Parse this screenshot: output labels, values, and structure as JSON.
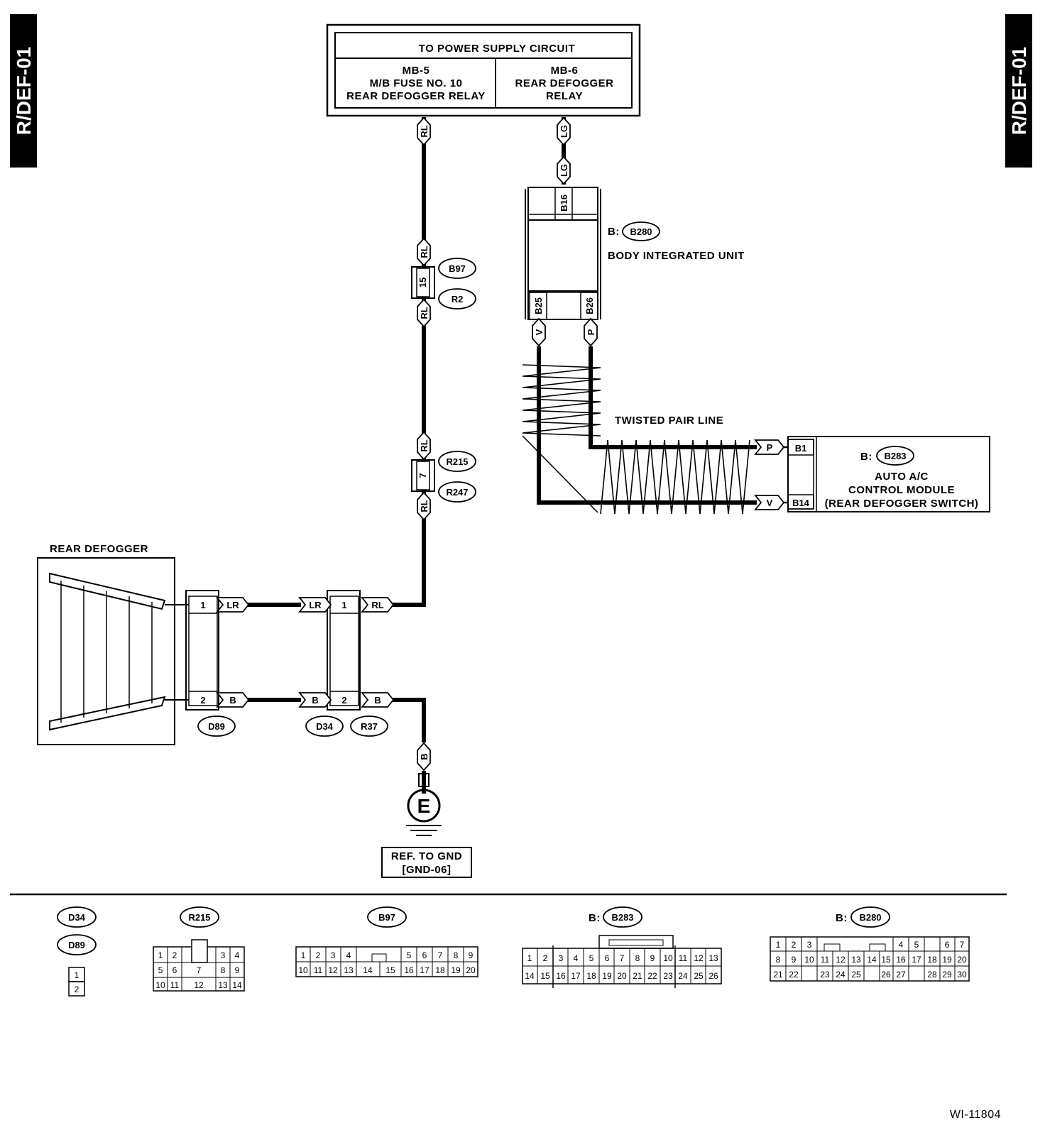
{
  "side_tags": {
    "left": "R/DEF-01",
    "right": "R/DEF-01"
  },
  "power_box": {
    "title": "TO POWER SUPPLY CIRCUIT",
    "left": [
      "MB-5",
      "M/B FUSE NO. 10",
      "REAR DEFOGGER RELAY"
    ],
    "right": [
      "MB-6",
      "REAR DEFOGGER",
      "RELAY"
    ]
  },
  "biu": {
    "prefix": "B:",
    "connector": "B280",
    "label": "BODY INTEGRATED UNIT",
    "pins": [
      "B16",
      "B25",
      "B26"
    ]
  },
  "twisted_pair_label": "TWISTED PAIR LINE",
  "ac": {
    "prefix": "B:",
    "connector": "B283",
    "label": [
      "AUTO A/C",
      "CONTROL MODULE",
      "(REAR DEFOGGER SWITCH)"
    ],
    "pins": [
      "B1",
      "B14"
    ]
  },
  "rear_defogger_label": "REAR DEFOGGER",
  "ground_ref": [
    "REF. TO GND",
    "[GND-06]"
  ],
  "ground_symbol": "E",
  "wire_colors": {
    "rl": "RL",
    "lg": "LG",
    "v": "V",
    "p": "P",
    "lr": "LR",
    "b": "B"
  },
  "connectors": {
    "b97": "B97",
    "r2": "R2",
    "r215": "R215",
    "r247": "R247",
    "d89": "D89",
    "d34": "D34",
    "r37": "R37",
    "b283": "B283",
    "b280": "B280"
  },
  "pin_numbers": {
    "p15": "15",
    "p7": "7",
    "p1": "1",
    "p2": "2"
  },
  "legend": {
    "d34": "D34",
    "d89": "D89",
    "r215": "R215",
    "b97": "B97",
    "b283_prefix": "B:",
    "b283": "B283",
    "b280_prefix": "B:",
    "b280": "B280",
    "grid_d": [
      "1",
      "2"
    ],
    "grid_r215": [
      "1",
      "2",
      "3",
      "4",
      "5",
      "6",
      "7",
      "8",
      "9",
      "10",
      "11",
      "12",
      "13",
      "14"
    ],
    "grid_b97": [
      "1",
      "2",
      "3",
      "4",
      "5",
      "6",
      "7",
      "8",
      "9",
      "10",
      "11",
      "12",
      "13",
      "14",
      "15",
      "16",
      "17",
      "18",
      "19",
      "20"
    ],
    "grid_b283": [
      "1",
      "2",
      "3",
      "4",
      "5",
      "6",
      "7",
      "8",
      "9",
      "10",
      "11",
      "12",
      "13",
      "14",
      "15",
      "16",
      "17",
      "18",
      "19",
      "20",
      "21",
      "22",
      "23",
      "24",
      "25",
      "26"
    ],
    "grid_b280": [
      "1",
      "2",
      "3",
      "4",
      "5",
      "6",
      "7",
      "8",
      "9",
      "10",
      "11",
      "12",
      "13",
      "14",
      "15",
      "16",
      "17",
      "18",
      "19",
      "20",
      "21",
      "22",
      "23",
      "24",
      "25",
      "26",
      "27",
      "28",
      "29",
      "30"
    ]
  },
  "figure_id": "WI-11804"
}
